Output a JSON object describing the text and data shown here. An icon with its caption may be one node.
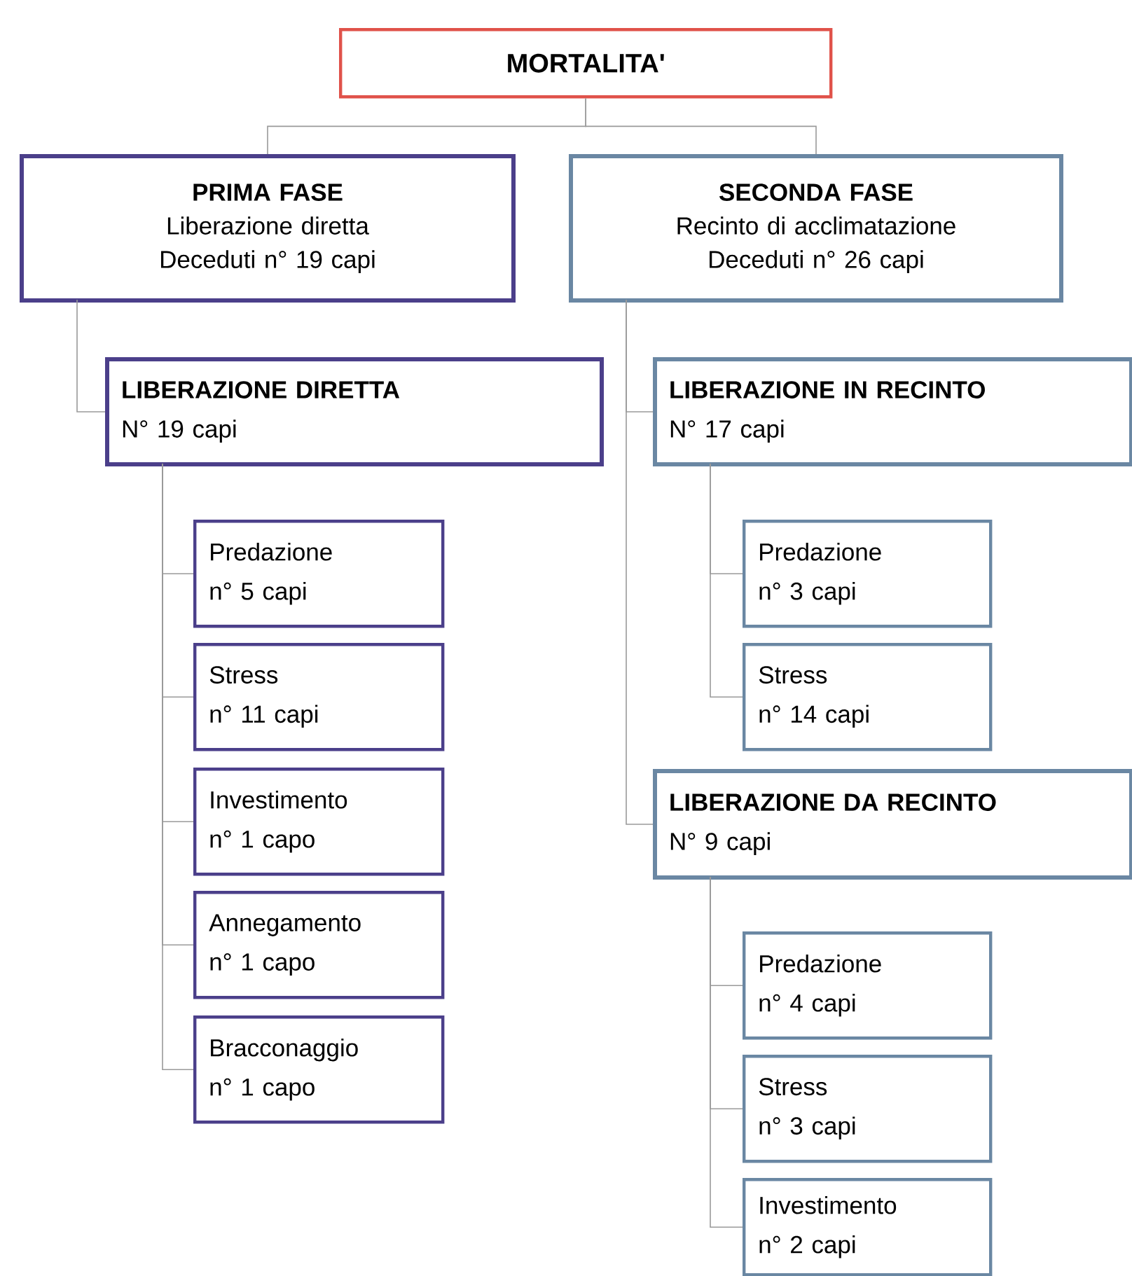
{
  "diagram": {
    "nodes": [
      {
        "text": [
          "MORTALITA'"
        ]
      },
      {
        "text": [
          "PRIMA FASE",
          "Liberazione diretta",
          "Deceduti n° 19 capi"
        ]
      },
      {
        "text": [
          "SECONDA FASE",
          "Recinto di acclimatazione",
          "Deceduti n° 26 capi"
        ]
      },
      {
        "text": [
          "LIBERAZIONE DIRETTA",
          "N° 19 capi"
        ]
      },
      {
        "text": [
          "LIBERAZIONE IN RECINTO",
          "N° 17 capi"
        ]
      },
      {
        "text": [
          "Predazione",
          "n° 5 capi"
        ]
      },
      {
        "text": [
          "Stress",
          "n° 11 capi"
        ]
      },
      {
        "text": [
          "Investimento",
          "n° 1 capo"
        ]
      },
      {
        "text": [
          "Annegamento",
          "n° 1 capo"
        ]
      },
      {
        "text": [
          "Bracconaggio",
          "n° 1 capo"
        ]
      },
      {
        "text": [
          "Predazione",
          "n° 3 capi"
        ]
      },
      {
        "text": [
          "Stress",
          "n° 14 capi"
        ]
      },
      {
        "text": [
          "LIBERAZIONE DA RECINTO",
          "N° 9 capi"
        ]
      },
      {
        "text": [
          "Predazione",
          "n° 4 capi"
        ]
      },
      {
        "text": [
          "Stress",
          "n° 3 capi"
        ]
      },
      {
        "text": [
          "Investimento",
          "n° 2 capi"
        ]
      }
    ],
    "edges": [
      {
        "from": 0,
        "to": 1,
        "arrow": "none"
      },
      {
        "from": 0,
        "to": 2,
        "arrow": "none"
      },
      {
        "from": 1,
        "to": 3,
        "arrow": "none"
      },
      {
        "from": 2,
        "to": 4,
        "arrow": "none"
      },
      {
        "from": 2,
        "to": 12,
        "arrow": "none"
      },
      {
        "from": 3,
        "to": 5,
        "arrow": "none"
      },
      {
        "from": 3,
        "to": 6,
        "arrow": "none"
      },
      {
        "from": 3,
        "to": 7,
        "arrow": "none"
      },
      {
        "from": 3,
        "to": 8,
        "arrow": "none"
      },
      {
        "from": 3,
        "to": 9,
        "arrow": "none"
      },
      {
        "from": 4,
        "to": 10,
        "arrow": "none"
      },
      {
        "from": 4,
        "to": 11,
        "arrow": "none"
      },
      {
        "from": 12,
        "to": 13,
        "arrow": "none"
      },
      {
        "from": 12,
        "to": 14,
        "arrow": "none"
      },
      {
        "from": 12,
        "to": 15,
        "arrow": "none"
      }
    ]
  }
}
